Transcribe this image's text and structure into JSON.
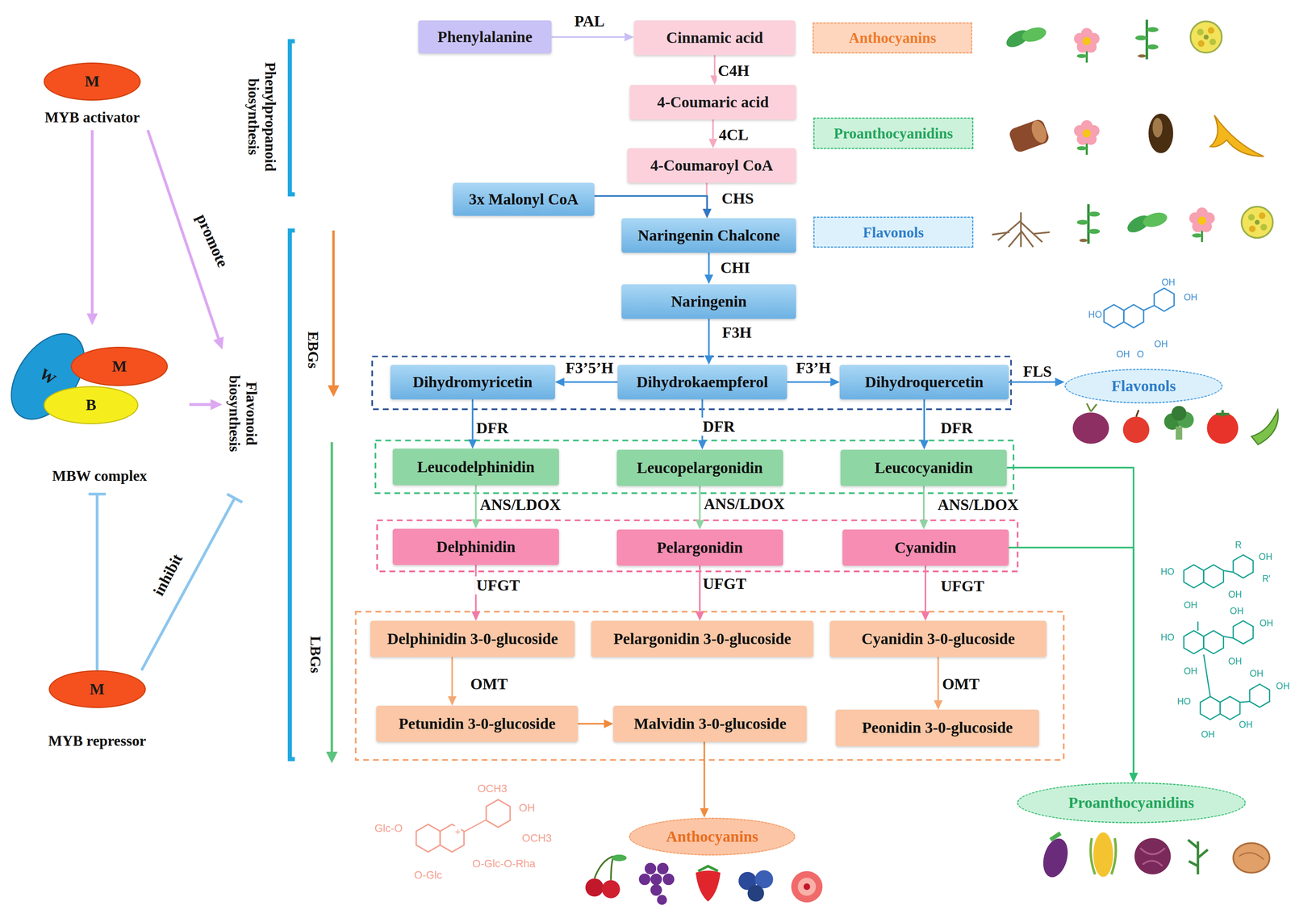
{
  "diagram": {
    "nodes": [
      {
        "text": [
          "M",
          "MYB activator"
        ]
      },
      {
        "text": [
          "MBW complex"
        ]
      },
      {
        "text": [
          "W"
        ],
        "in": 1
      },
      {
        "text": [
          "M"
        ],
        "in": 1
      },
      {
        "text": [
          "B"
        ],
        "in": 1
      },
      {
        "text": [
          "Flavonoid biosynthesis"
        ]
      },
      {
        "text": [
          "M",
          "MYB repressor"
        ]
      },
      {
        "text": [
          "Phenylalanine"
        ]
      },
      {
        "text": [
          "Cinnamic acid"
        ]
      },
      {
        "text": [
          "Anthocyanins"
        ]
      },
      {
        "text": [
          "4-Coumaric acid"
        ]
      },
      {
        "text": [
          "Proanthocyanidins"
        ]
      },
      {
        "text": [
          "4-Coumaroyl CoA"
        ]
      },
      {
        "text": [
          "3x Malonyl CoA"
        ]
      },
      {
        "text": [
          "Naringenin Chalcone"
        ]
      },
      {
        "text": [
          "Flavonols"
        ]
      },
      {
        "text": [
          "Naringenin"
        ]
      },
      {
        "text": [
          "Dihydromyricetin"
        ]
      },
      {
        "text": [
          "Dihydrokaempferol"
        ]
      },
      {
        "text": [
          "Dihydroquercetin"
        ]
      },
      {
        "text": [
          "Flavonols"
        ]
      },
      {
        "text": [
          "Leucodelphinidin"
        ]
      },
      {
        "text": [
          "Leucopelargonidin"
        ]
      },
      {
        "text": [
          "Leucocyanidin"
        ]
      },
      {
        "text": [
          "Delphinidin"
        ]
      },
      {
        "text": [
          "Pelargonidin"
        ]
      },
      {
        "text": [
          "Cyanidin"
        ]
      },
      {
        "text": [
          "Delphinidin 3-0-glucoside"
        ]
      },
      {
        "text": [
          "Pelargonidin 3-0-glucoside"
        ]
      },
      {
        "text": [
          "Cyanidin 3-0-glucoside"
        ]
      },
      {
        "text": [
          "Petunidin 3-0-glucoside"
        ]
      },
      {
        "text": [
          "Malvidin 3-0-glucoside"
        ]
      },
      {
        "text": [
          "Peonidin 3-0-glucoside"
        ]
      },
      {
        "text": [
          "Proanthocyanidins"
        ]
      },
      {
        "text": [
          "Anthocyanins"
        ]
      }
    ],
    "edges": [
      {
        "from": 0,
        "to": 1,
        "arrow": "to"
      },
      {
        "from": 0,
        "to": 5,
        "arrow": "to",
        "label": "promote"
      },
      {
        "from": 1,
        "to": 5,
        "arrow": "to"
      },
      {
        "from": 6,
        "to": 1,
        "arrow": "to"
      },
      {
        "from": 6,
        "to": 5,
        "arrow": "to",
        "label": "inhibit"
      },
      {
        "from": 7,
        "to": 8,
        "arrow": "to",
        "label": "PAL"
      },
      {
        "from": 8,
        "to": 10,
        "arrow": "to",
        "label": "C4H"
      },
      {
        "from": 10,
        "to": 12,
        "arrow": "to",
        "label": "4CL"
      },
      {
        "from": 12,
        "to": 14,
        "arrow": "to",
        "label": "CHS"
      },
      {
        "from": 13,
        "to": 14,
        "arrow": "to"
      },
      {
        "from": 14,
        "to": 16,
        "arrow": "to",
        "label": "CHI"
      },
      {
        "from": 16,
        "to": 18,
        "arrow": "to",
        "label": "F3H"
      },
      {
        "from": 18,
        "to": 17,
        "arrow": "to",
        "label": "F3’5’H"
      },
      {
        "from": 18,
        "to": 19,
        "arrow": "to",
        "label": "F3’H"
      },
      {
        "from": 19,
        "to": 20,
        "arrow": "to",
        "label": "FLS"
      },
      {
        "from": 17,
        "to": 21,
        "arrow": "to",
        "label": "DFR"
      },
      {
        "from": 18,
        "to": 22,
        "arrow": "to",
        "label": "DFR"
      },
      {
        "from": 19,
        "to": 23,
        "arrow": "to",
        "label": "DFR"
      },
      {
        "from": 21,
        "to": 24,
        "arrow": "to",
        "label": "ANS/LDOX"
      },
      {
        "from": 22,
        "to": 25,
        "arrow": "to",
        "label": "ANS/LDOX"
      },
      {
        "from": 23,
        "to": 26,
        "arrow": "to",
        "label": "ANS/LDOX"
      },
      {
        "from": 24,
        "to": 27,
        "arrow": "to",
        "label": "UFGT"
      },
      {
        "from": 25,
        "to": 28,
        "arrow": "to",
        "label": "UFGT"
      },
      {
        "from": 26,
        "to": 29,
        "arrow": "to",
        "label": "UFGT"
      },
      {
        "from": 27,
        "to": 30,
        "arrow": "to",
        "label": "OMT"
      },
      {
        "from": 29,
        "to": 32,
        "arrow": "to",
        "label": "OMT"
      },
      {
        "from": 30,
        "to": 31,
        "arrow": "to"
      },
      {
        "from": 31,
        "to": 34,
        "arrow": "to"
      },
      {
        "from": 23,
        "to": 33,
        "arrow": "to"
      },
      {
        "from": 26,
        "to": 33,
        "arrow": "to"
      }
    ],
    "labels": [
      "Phenylpropanoid biosynthesis",
      "EBGs",
      "LBGs",
      "OH",
      "OH",
      "HO",
      "OH",
      "O",
      "OH",
      "OCH3",
      "OH",
      "OCH3",
      "Glc-O",
      "+",
      "O-Glc-O-Rha",
      "O-Glc",
      "R",
      "OH",
      "HO",
      "R'",
      "OH",
      "OH",
      "OH",
      "OH",
      "HO",
      "OH",
      "OH",
      "OH",
      "OH",
      "HO",
      "OH",
      "OH"
    ]
  }
}
